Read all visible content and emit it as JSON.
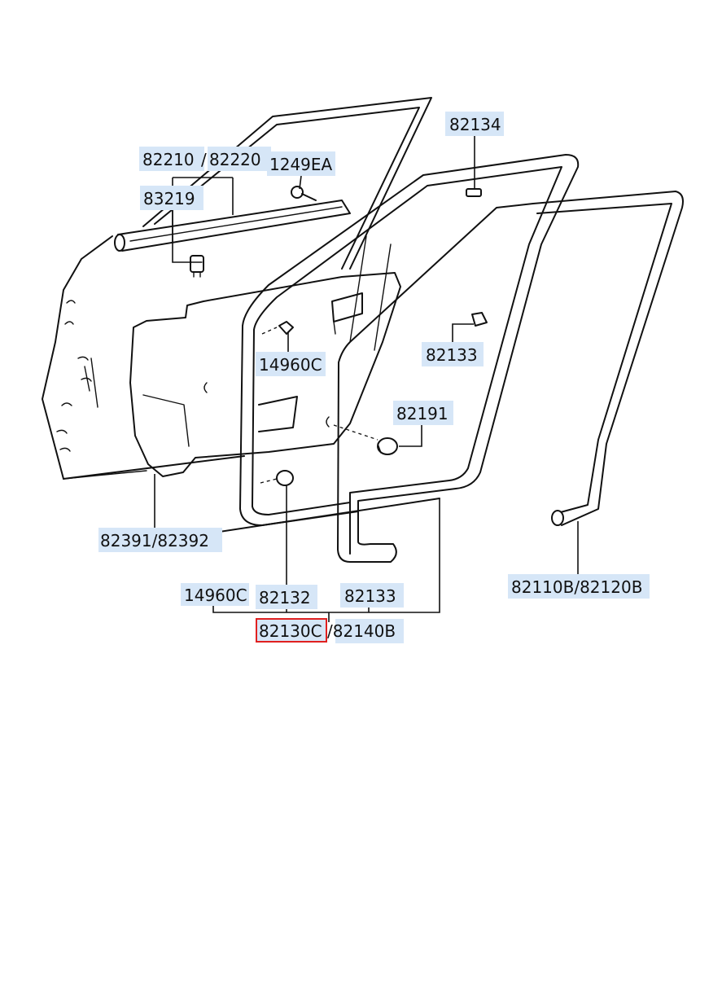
{
  "labels": {
    "door_belt_molding": "82210",
    "slash_1": "/",
    "door_belt_molding_rh": "82220",
    "screw": "1249EA",
    "clip_83219": "83219",
    "clip_82134": "82134",
    "clip_14960c_top": "14960C",
    "clip_82133_right": "82133",
    "clip_82191": "82191",
    "seal_82391": "82391/82392",
    "clip_14960c_bottom": "14960C",
    "clip_82132": "82132",
    "clip_82133_bottom": "82133",
    "weatherstrip_82130c": "82130C",
    "weatherstrip_82140b": "/82140B",
    "weatherstrip_82110b": "82110B/82120B"
  },
  "colors": {
    "label_background": "#d6e6f7",
    "highlight": "#e02020",
    "line": "#111111"
  }
}
